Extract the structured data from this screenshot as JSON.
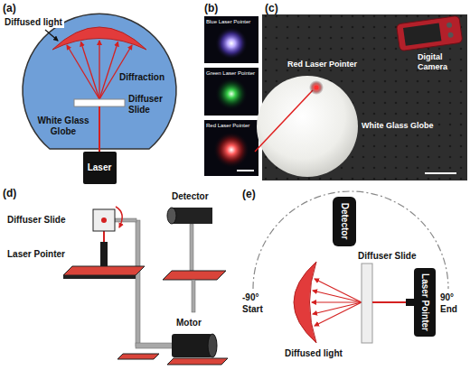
{
  "diagram": {
    "nodes": [
      {
        "text": [
          "Laser"
        ]
      },
      {
        "text": [
          "Detector"
        ]
      },
      {
        "text": [
          "Laser Pointer"
        ]
      }
    ],
    "labels": [
      "(a)",
      "Diffused light",
      "Diffraction",
      "Diffuser Slide",
      "White Glass Globe",
      "(b)",
      "Blue Laser Pointer",
      "Green Laser Pointer",
      "Red Laser Pointer",
      "(c)",
      "Digital Camera",
      "Red Laser Pointer",
      "White Glass Globe",
      "(d)",
      "Detector",
      "Diffuser Slide",
      "Laser Pointer",
      "Motor",
      "(e)",
      "-90°",
      "Start",
      "Diffuser Slide",
      "90°",
      "End",
      "Diffused light"
    ]
  }
}
